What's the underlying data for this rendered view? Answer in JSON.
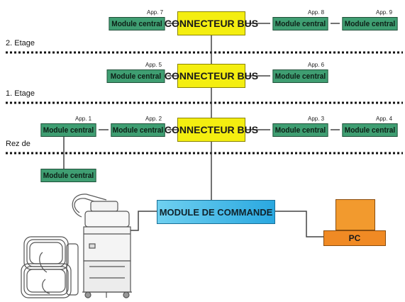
{
  "floors": {
    "second": "2. Etage",
    "first": "1. Etage",
    "ground": "Rez de"
  },
  "bus_label": "CONNECTEUR BUS",
  "module_label": "Module central",
  "command_label": "MODULE DE COMMANDE",
  "pc_label": "PC",
  "appliances": {
    "a1": "App. 1",
    "a2": "App. 2",
    "a3": "App. 3",
    "a4": "App. 4",
    "a5": "App. 5",
    "a6": "App. 6",
    "a7": "App. 7",
    "a8": "App. 8",
    "a9": "App. 9"
  },
  "colors": {
    "module_green": "#3f9e72",
    "bus_yellow": "#f4ee10",
    "command_blue": "#2aa8e0",
    "pc_orange": "#f08a24"
  }
}
